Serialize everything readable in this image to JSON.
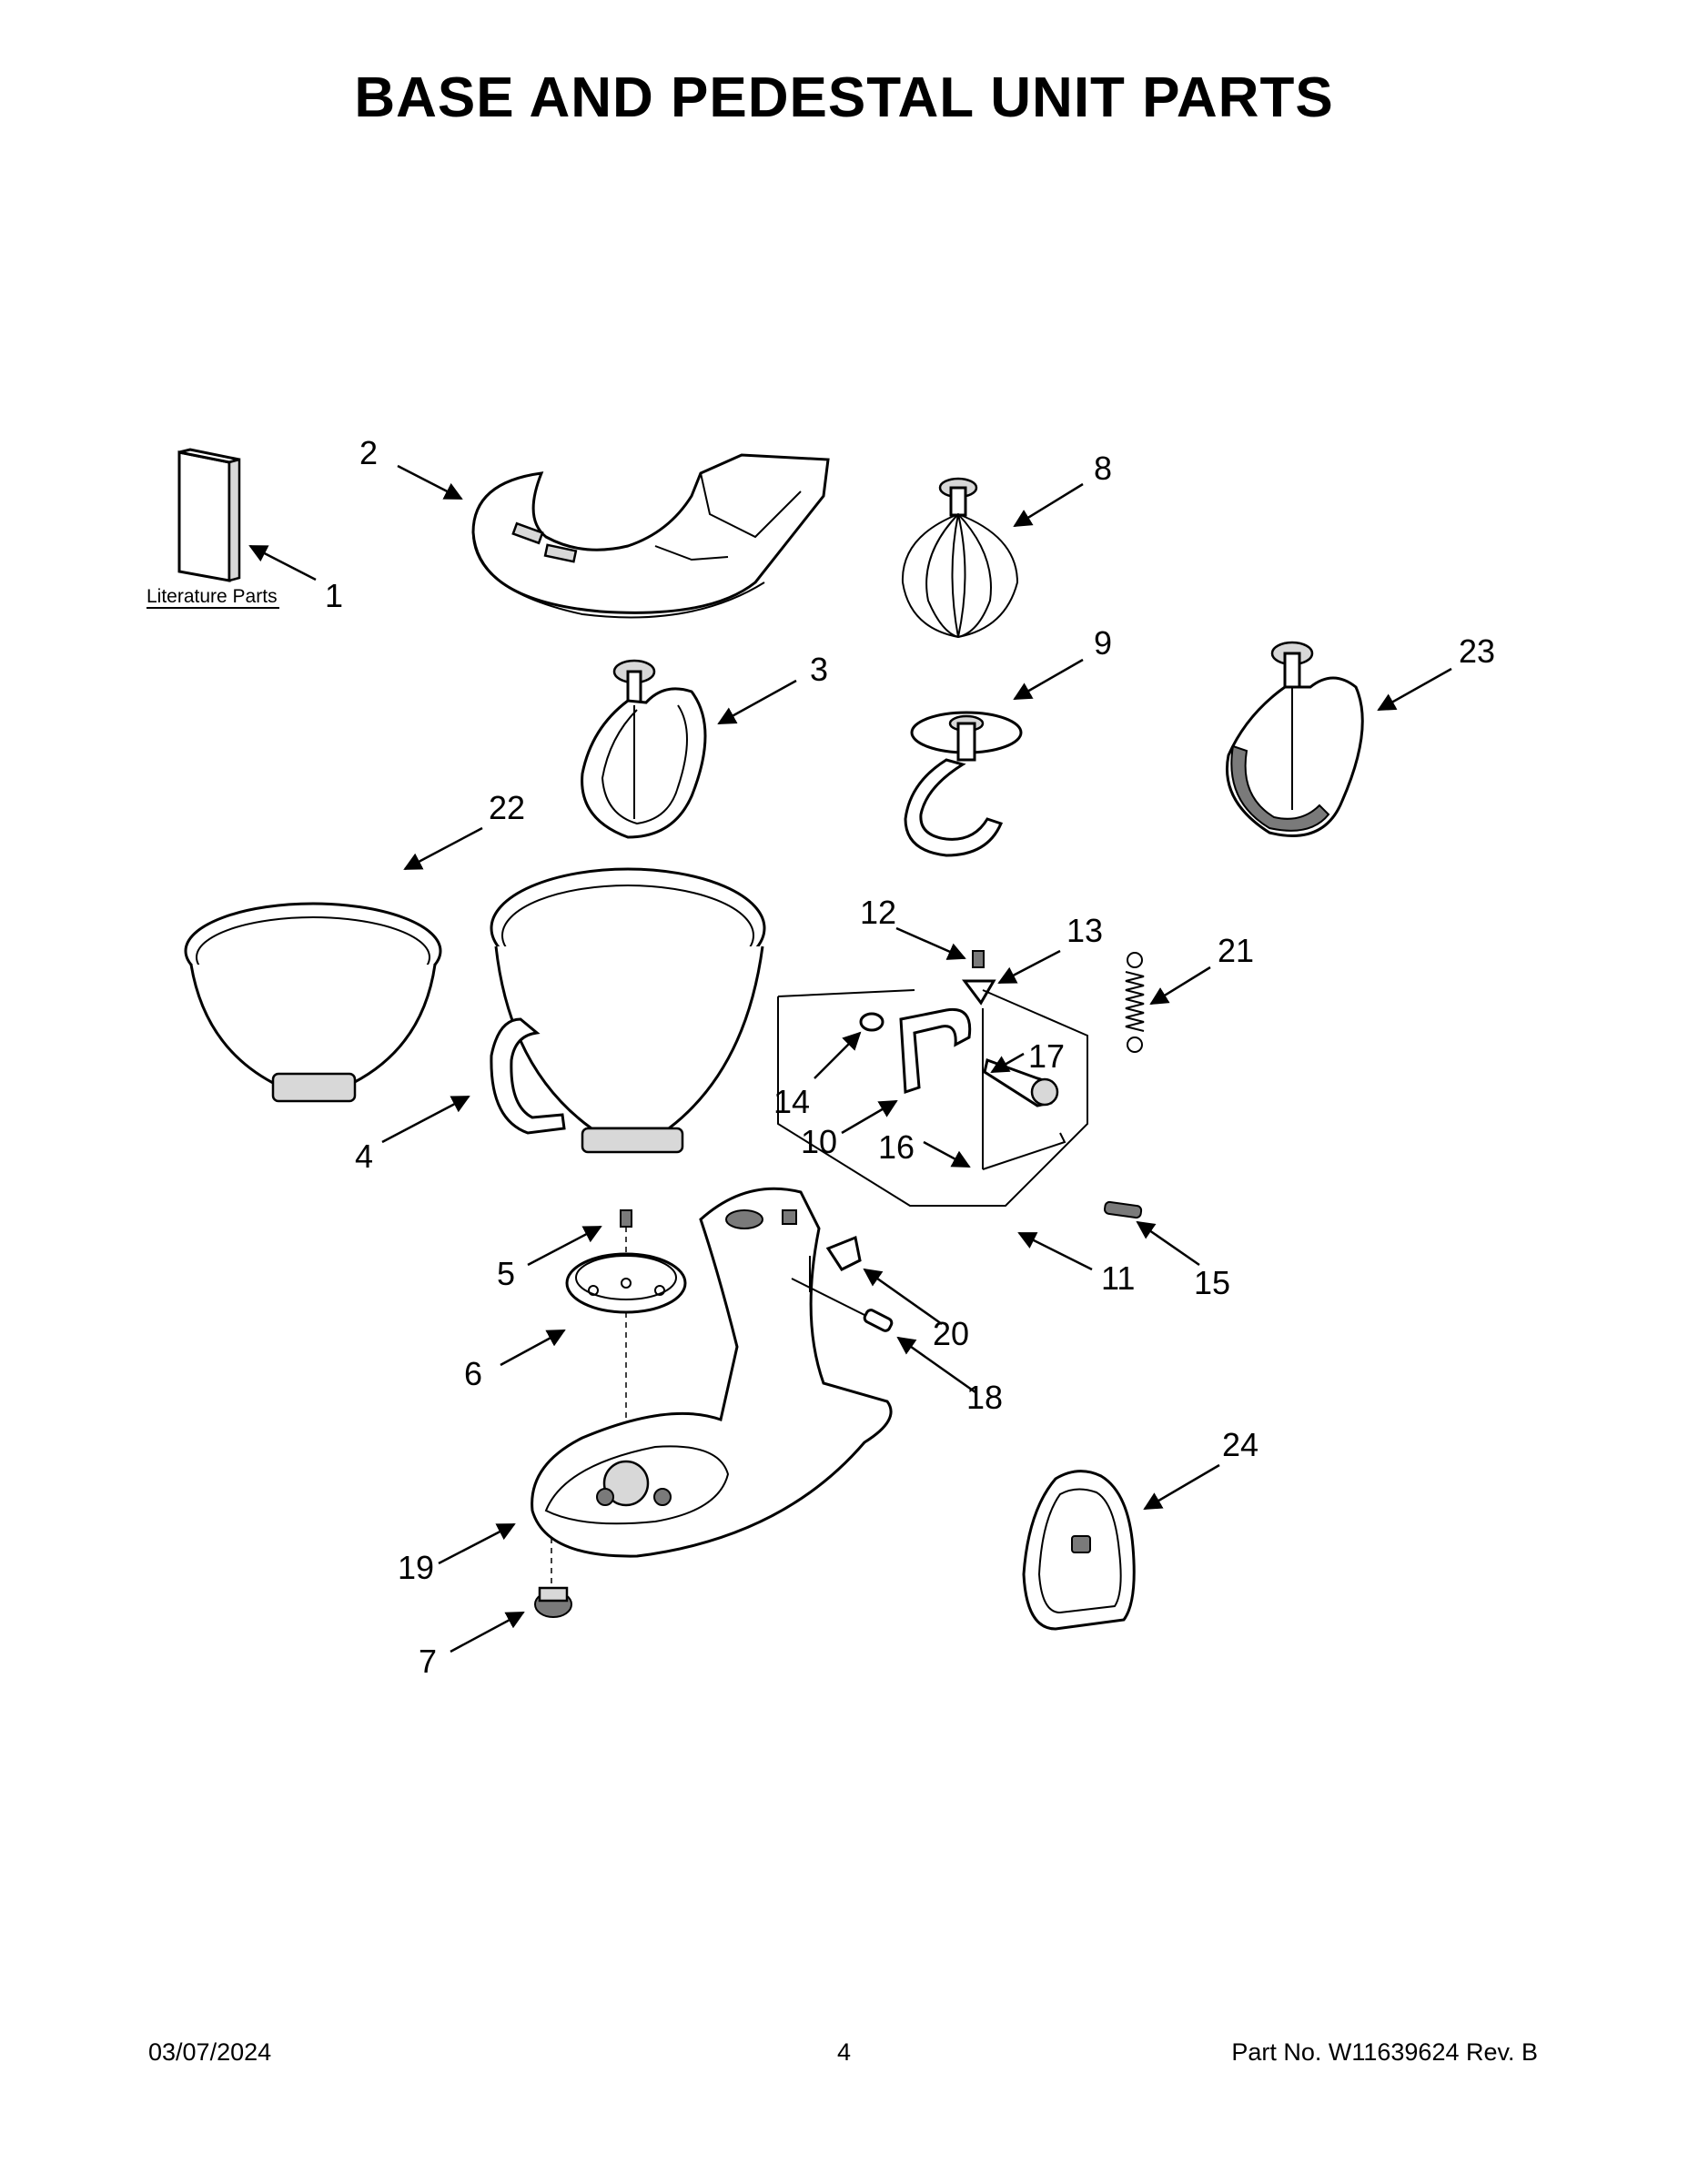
{
  "title": "BASE AND PEDESTAL UNIT PARTS",
  "literature_label": "Literature Parts",
  "callouts": [
    "1",
    "2",
    "3",
    "4",
    "5",
    "6",
    "7",
    "8",
    "9",
    "10",
    "11",
    "12",
    "13",
    "14",
    "15",
    "16",
    "17",
    "18",
    "19",
    "20",
    "21",
    "22",
    "23",
    "24"
  ],
  "footer": {
    "date": "03/07/2024",
    "page": "4",
    "part_no": "Part No.  W11639624  Rev.  B"
  }
}
